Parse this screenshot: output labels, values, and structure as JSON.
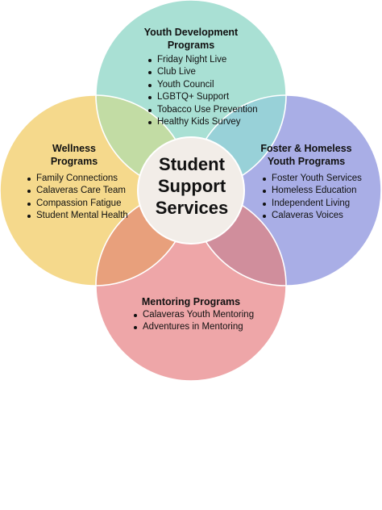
{
  "colors": {
    "youth": "#a9e0d4",
    "wellness": "#f5d98c",
    "foster": "#a9aee6",
    "mentoring": "#eea6a8",
    "center_fill": "#f2ede8",
    "outline": "#ffffff"
  },
  "center": {
    "lines": [
      "Student",
      "Support",
      "Services"
    ]
  },
  "groups": {
    "youth": {
      "title_lines": [
        "Youth Development",
        "Programs"
      ],
      "items": [
        "Friday Night Live",
        "Club Live",
        "Youth Council",
        "LGBTQ+ Support",
        "Tobacco Use Prevention",
        "Healthy Kids Survey"
      ]
    },
    "wellness": {
      "title_lines": [
        "Wellness",
        "Programs"
      ],
      "items": [
        "Family Connections",
        "Calaveras Care Team",
        "Compassion Fatigue",
        "Student Mental Health"
      ]
    },
    "foster": {
      "title_lines": [
        "Foster & Homeless",
        "Youth Programs"
      ],
      "items": [
        "Foster Youth Services",
        "Homeless Education",
        "Independent Living",
        "Calaveras Voices"
      ]
    },
    "mentoring": {
      "title_lines": [
        "Mentoring Programs"
      ],
      "items": [
        "Calaveras Youth Mentoring",
        "Adventures in Mentoring"
      ]
    }
  }
}
